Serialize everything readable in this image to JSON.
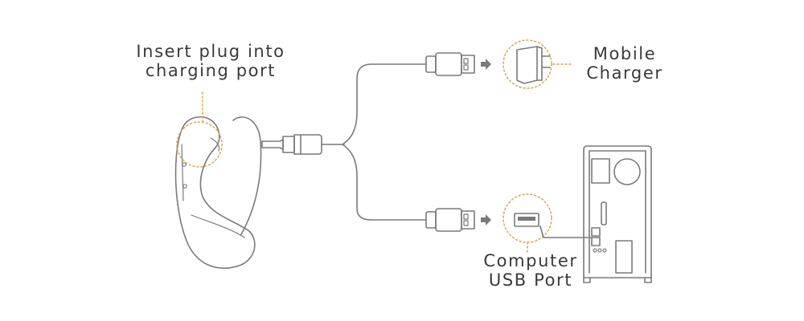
{
  "labels": {
    "insert_plug": {
      "line1": "Insert plug into",
      "line2": "charging port"
    },
    "mobile_charger": {
      "line1": "Mobile",
      "line2": "Charger"
    },
    "computer_usb": {
      "line1": "Computer",
      "line2": "USB Port"
    }
  },
  "colors": {
    "stroke": "#7a7a7a",
    "callout": "#e2a44a",
    "text": "#3a3a3a"
  },
  "icons": [
    "device",
    "charging-plug",
    "usb-plug",
    "arrow",
    "wall-charger",
    "usb-port",
    "computer-tower"
  ]
}
